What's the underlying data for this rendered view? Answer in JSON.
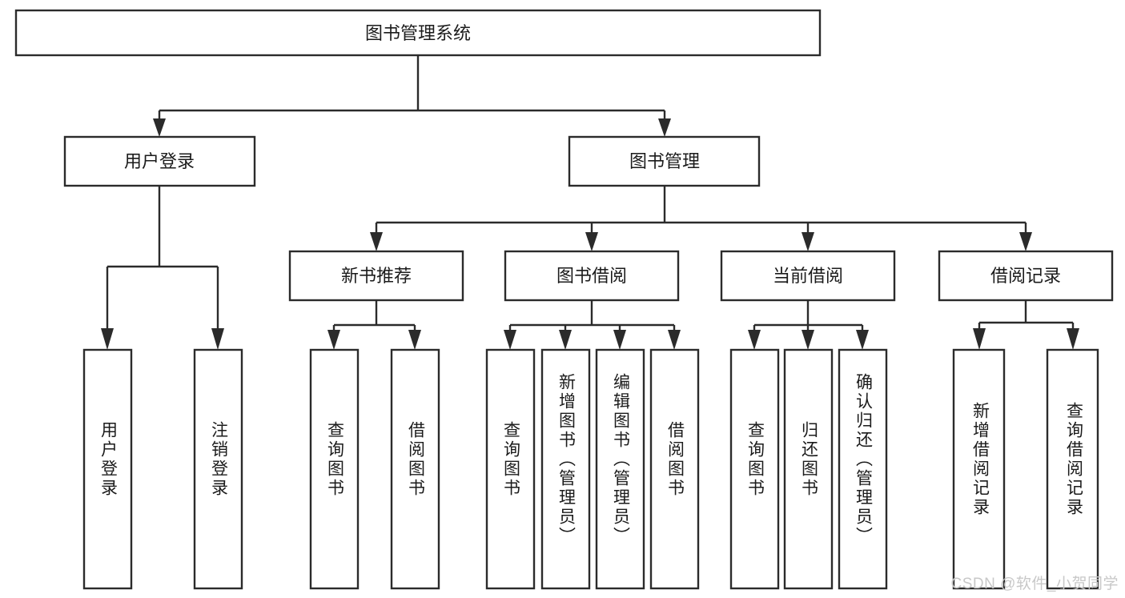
{
  "diagram": {
    "title": "图书管理系统",
    "type": "tree-hierarchy-chart",
    "colors": {
      "box_fill": "#ffffff",
      "box_stroke": "#2b2b2b",
      "text": "#1b1b1b",
      "watermark": "#c8c8c8",
      "background": "#ffffff"
    },
    "nodes": {
      "root": {
        "label": "图书管理系统"
      },
      "level2": [
        {
          "id": "user-login",
          "label": "用户登录"
        },
        {
          "id": "book-management",
          "label": "图书管理"
        }
      ],
      "level3": [
        {
          "id": "new-book-recommend",
          "label": "新书推荐"
        },
        {
          "id": "book-borrow",
          "label": "图书借阅"
        },
        {
          "id": "current-borrow",
          "label": "当前借阅"
        },
        {
          "id": "borrow-record",
          "label": "借阅记录"
        }
      ],
      "leaves": {
        "user-login": [
          {
            "id": "leaf-user-login",
            "label": "用户登录"
          },
          {
            "id": "leaf-logout-login",
            "label": "注销登录"
          }
        ],
        "new-book-recommend": [
          {
            "id": "leaf-query-book-1",
            "label": "查询图书"
          },
          {
            "id": "leaf-borrow-book-1",
            "label": "借阅图书"
          }
        ],
        "book-borrow": [
          {
            "id": "leaf-query-book-2",
            "label": "查询图书"
          },
          {
            "id": "leaf-add-book-admin",
            "label": "新增图书（管理员）"
          },
          {
            "id": "leaf-edit-book-admin",
            "label": "编辑图书（管理员）"
          },
          {
            "id": "leaf-borrow-book-2",
            "label": "借阅图书"
          }
        ],
        "current-borrow": [
          {
            "id": "leaf-query-book-3",
            "label": "查询图书"
          },
          {
            "id": "leaf-return-book",
            "label": "归还图书"
          },
          {
            "id": "leaf-confirm-return-admin",
            "label": "确认归还（管理员）"
          }
        ],
        "borrow-record": [
          {
            "id": "leaf-add-borrow-record",
            "label": "新增借阅记录"
          },
          {
            "id": "leaf-query-borrow-record",
            "label": "查询借阅记录"
          }
        ]
      }
    }
  },
  "watermark": {
    "text": "CSDN @软件_小贺同学"
  }
}
